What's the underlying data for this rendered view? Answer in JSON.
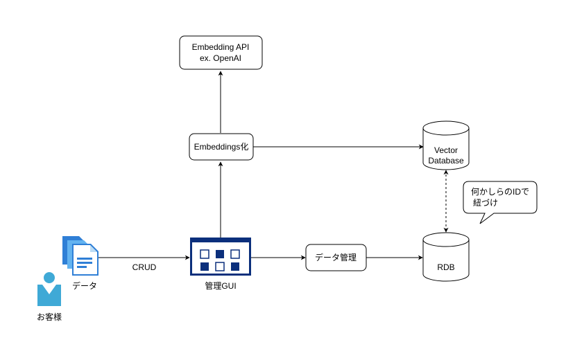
{
  "nodes": {
    "embedding_api": {
      "line1": "Embedding API",
      "line2": "ex. OpenAI"
    },
    "embeddings": {
      "label": "Embeddings化"
    },
    "vector_db": {
      "line1": "Vector",
      "line2": "Database"
    },
    "rdb": {
      "label": "RDB"
    },
    "data_mgmt": {
      "label": "データ管理"
    },
    "gui": {
      "label": "管理GUI"
    },
    "data_docs": {
      "label": "データ"
    },
    "customer": {
      "label": "お客様"
    },
    "callout": {
      "line1": "何かしらのIDで",
      "line2": "紐づけ"
    }
  },
  "edges": {
    "crud": {
      "label": "CRUD"
    }
  },
  "colors": {
    "stroke": "#000000",
    "gui_blue": "#0b2f7c",
    "doc_blue": "#2f7fd6",
    "doc_light": "#63b3f0",
    "person_blue": "#3fa9d6"
  },
  "icons": {
    "gui": "gui-window-icon",
    "docs": "documents-icon",
    "person": "person-icon"
  }
}
